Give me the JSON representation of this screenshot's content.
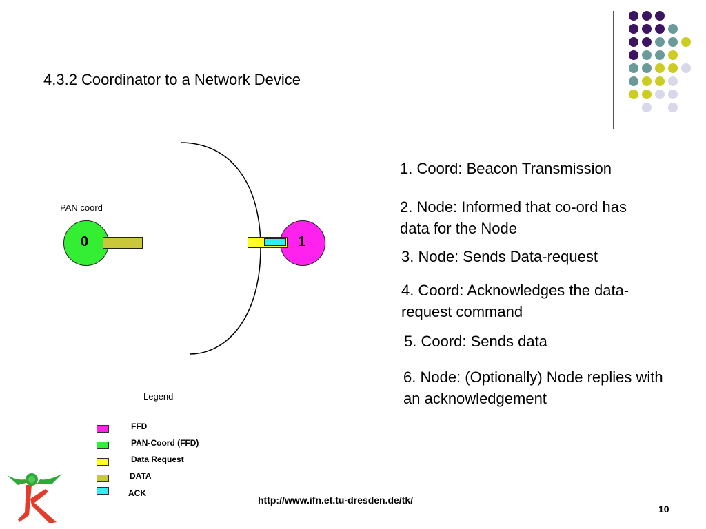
{
  "slide": {
    "title": "4.3.2 Coordinator to a Network Device",
    "footer_url": "http://www.ifn.et.tu-dresden.de/tk/",
    "page_number": "10"
  },
  "diagram": {
    "pan_coord_label": "PAN coord",
    "node_0_label": "0",
    "node_1_label": "1"
  },
  "steps": [
    "1. Coord: Beacon Transmission",
    "2. Node: Informed that co-ord has data for the Node",
    "3. Node: Sends Data-request",
    "4. Coord: Acknowledges the data-request command",
    "5. Coord: Sends data",
    "6. Node: (Optionally) Node replies with an acknowledgement"
  ],
  "legend": {
    "title": "Legend",
    "items": [
      {
        "label": "FFD",
        "color": "#ff22ee"
      },
      {
        "label": "PAN-Coord (FFD)",
        "color": "#33ee33"
      },
      {
        "label": "Data Request",
        "color": "#ffff22"
      },
      {
        "label": "DATA",
        "color": "#c8c83a"
      },
      {
        "label": "ACK",
        "color": "#33eeee"
      }
    ]
  },
  "colors": {
    "dot_purple": "#3d1460",
    "dot_teal": "#6a9a9a",
    "dot_yellow": "#cccc22",
    "dot_lavender": "#d8d8ea"
  }
}
